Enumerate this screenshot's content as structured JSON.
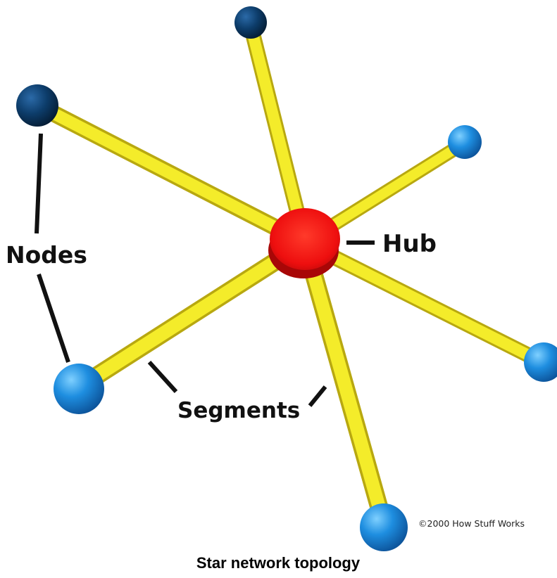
{
  "diagram": {
    "hub_label": "Hub",
    "nodes_label": "Nodes",
    "segments_label": "Segments",
    "copyright": "©2000 How Stuff Works",
    "caption": "Star network topology"
  },
  "colors": {
    "hub": "#ee1111",
    "segment": "#f4ec2a",
    "node": "#1e8ee0",
    "node_dark": "#0b3a66",
    "pointer": "#111111"
  }
}
